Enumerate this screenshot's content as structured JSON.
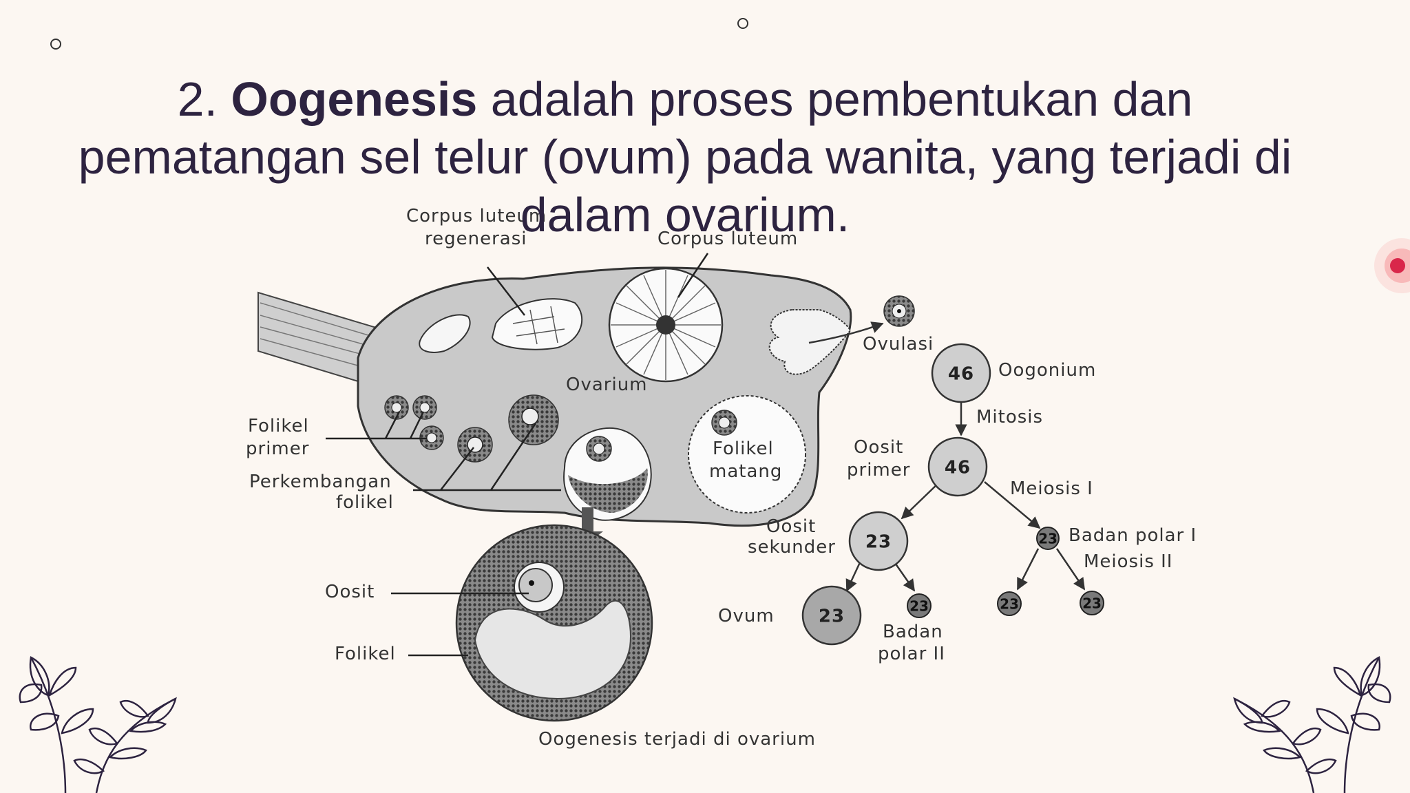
{
  "slide": {
    "title_prefix": "2. ",
    "title_term": "Oogenesis",
    "title_rest": " adalah proses pembentukan dan pematangan sel telur (ovum) pada wanita, yang terjadi di dalam ovarium."
  },
  "diagram": {
    "labels": {
      "corpus_luteum_regenerasi_1": "Corpus luteum",
      "corpus_luteum_regenerasi_2": "regenerasi",
      "corpus_luteum": "Corpus luteum",
      "ovarium": "Ovarium",
      "ovulasi": "Ovulasi",
      "folikel_primer_1": "Folikel",
      "folikel_primer_2": "primer",
      "perkembangan_folikel_1": "Perkembangan",
      "perkembangan_folikel_2": "folikel",
      "folikel_matang_1": "Folikel",
      "folikel_matang_2": "matang",
      "oosit": "Oosit",
      "folikel": "Folikel",
      "caption": "Oogenesis terjadi di ovarium"
    },
    "chain": {
      "oogonium_label": "Oogonium",
      "oogonium_count": "46",
      "mitosis": "Mitosis",
      "oosit_primer_1": "Oosit",
      "oosit_primer_2": "primer",
      "oosit_primer_count": "46",
      "meiosis_1": "Meiosis I",
      "oosit_sekunder_1": "Oosit",
      "oosit_sekunder_2": "sekunder",
      "oosit_sekunder_count": "23",
      "badan_polar_1": "Badan polar I",
      "badan_polar_1_count": "23",
      "meiosis_2": "Meiosis II",
      "ovum": "Ovum",
      "ovum_count": "23",
      "badan_polar_2_1": "Badan",
      "badan_polar_2_2": "polar II",
      "badan_polar_2_count": "23",
      "polar_daughter_a_count": "23",
      "polar_daughter_b_count": "23"
    }
  },
  "colors": {
    "background": "#fcf7f2",
    "title": "#2d2340",
    "accent_dot": "#d9274a",
    "accent_ring": "#f8b9b9"
  }
}
